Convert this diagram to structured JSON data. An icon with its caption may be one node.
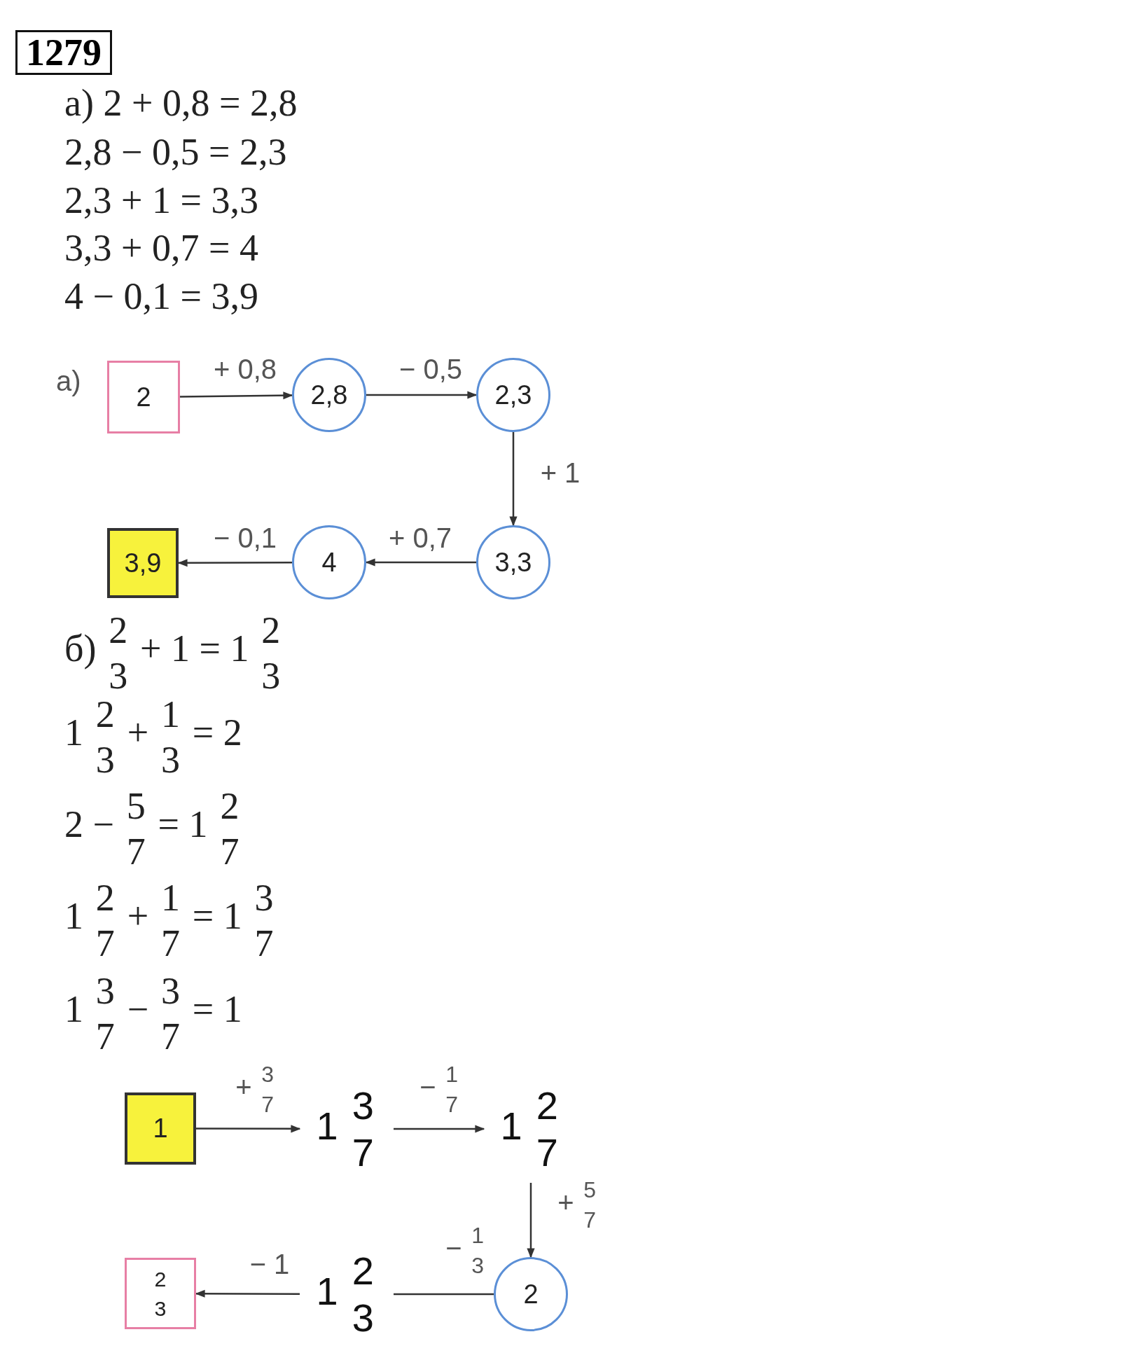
{
  "diagram": {
    "nodes": [
      {
        "text": [
          "2"
        ]
      },
      {
        "text": [
          "2,8"
        ]
      },
      {
        "text": [
          "2,3"
        ]
      },
      {
        "text": [
          "3,3"
        ]
      },
      {
        "text": [
          "4"
        ]
      },
      {
        "text": [
          "3,9"
        ]
      },
      {
        "text": [
          "1"
        ]
      },
      {
        "text": [
          "1 3/7"
        ]
      },
      {
        "text": [
          "1 2/7"
        ]
      },
      {
        "text": [
          "2"
        ]
      },
      {
        "text": [
          "1 2/3"
        ]
      },
      {
        "text": [
          "2/3"
        ]
      }
    ],
    "edges": [
      {
        "from": 0,
        "to": 1,
        "arrow": "to",
        "label": "+ 0,8"
      },
      {
        "from": 1,
        "to": 2,
        "arrow": "to",
        "label": "− 0,5"
      },
      {
        "from": 2,
        "to": 3,
        "arrow": "to",
        "label": "+ 1"
      },
      {
        "from": 3,
        "to": 4,
        "arrow": "to",
        "label": "+ 0,7"
      },
      {
        "from": 4,
        "to": 5,
        "arrow": "to",
        "label": "− 0,1"
      },
      {
        "from": 6,
        "to": 7,
        "arrow": "to",
        "label": "+ 3/7"
      },
      {
        "from": 7,
        "to": 8,
        "arrow": "to",
        "label": "− 1/7"
      },
      {
        "from": 8,
        "to": 9,
        "arrow": "to",
        "label": "+ 5/7"
      },
      {
        "from": 9,
        "to": 10,
        "arrow": "none",
        "label": "− 1/3"
      },
      {
        "from": 10,
        "to": 11,
        "arrow": "to",
        "label": "− 1"
      }
    ],
    "labels": [
      "1279",
      "а) 2 + 0,8 = 2,8",
      "2,8 − 0,5 = 2,3",
      "2,3 + 1 = 3,3",
      "3,3 + 0,7 = 4",
      "4 − 0,1 = 3,9",
      "а)",
      "б) 2/3 + 1 = 1 2/3",
      "1 2/3 + 1/3 = 2",
      "2 − 5/7 = 1 2/7",
      "1 2/7 + 1/7 = 1 3/7",
      "1 3/7 − 3/7 = 1"
    ]
  }
}
